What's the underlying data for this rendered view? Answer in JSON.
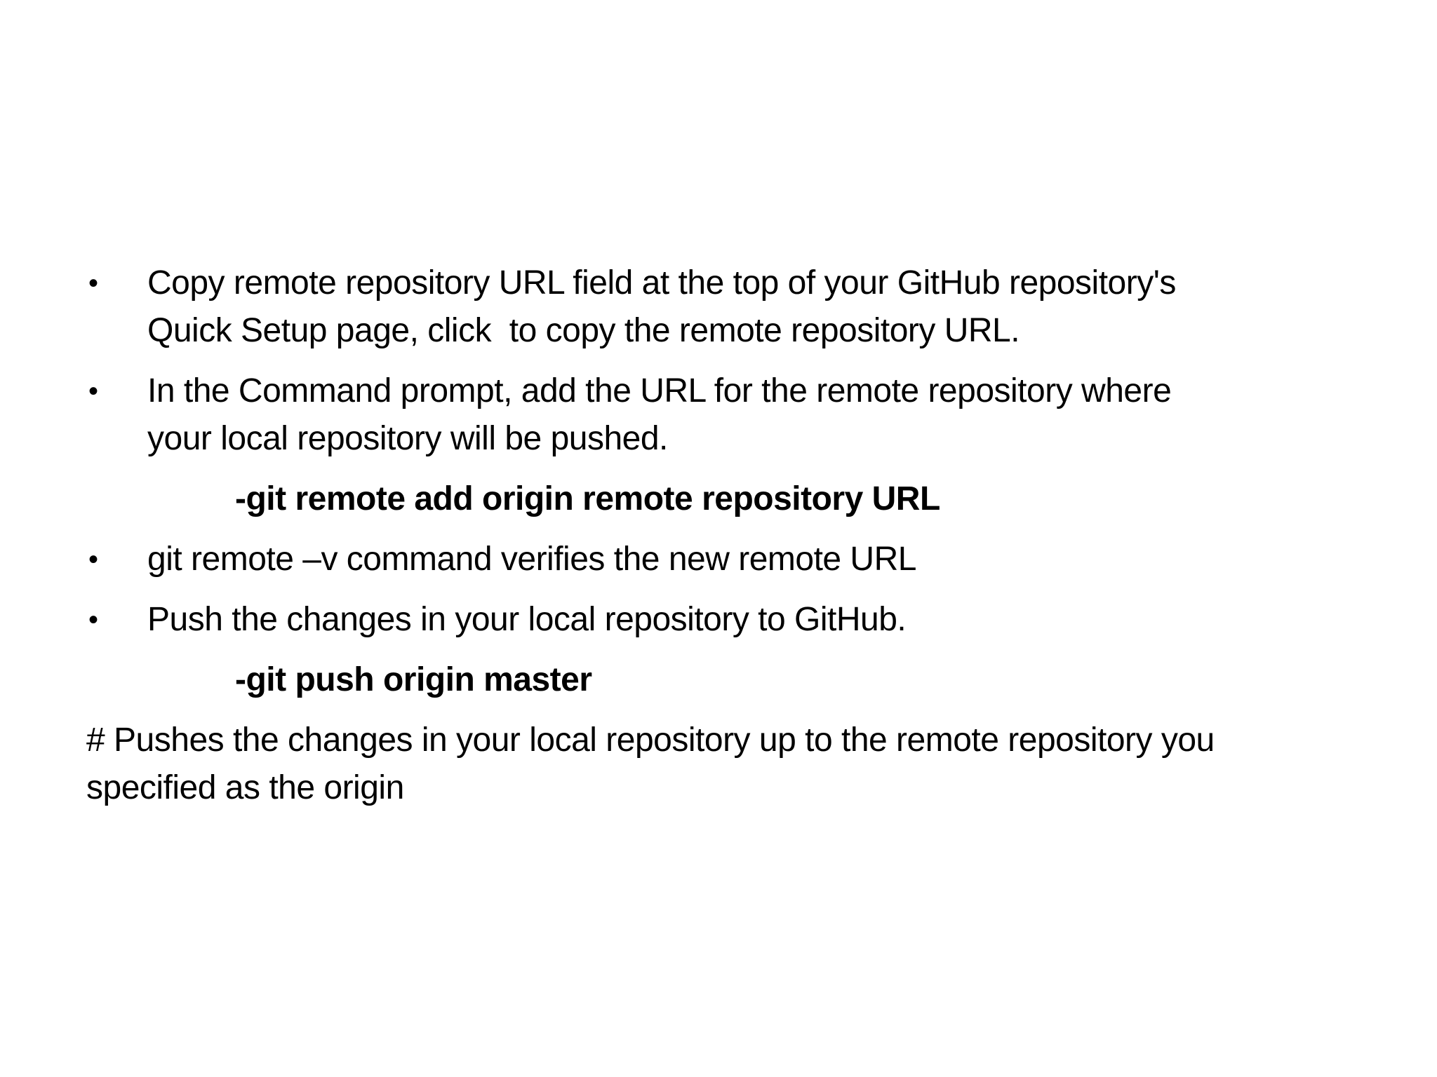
{
  "slide": {
    "background": "#ffffff",
    "text_color": "#000000",
    "bullet_char": "•",
    "blocks": [
      {
        "type": "bullet",
        "lines": [
          "Copy remote repository URL field at the top of your GitHub repository's",
          "Quick Setup page, click  to copy the remote repository URL."
        ]
      },
      {
        "type": "bullet",
        "lines": [
          "In the Command prompt, add the URL for the remote repository where",
          "your local repository will be pushed."
        ]
      },
      {
        "type": "command",
        "lines": [
          "-git remote add origin remote repository URL"
        ]
      },
      {
        "type": "bullet",
        "lines": [
          "git remote –v command verifies the new remote URL"
        ]
      },
      {
        "type": "bullet",
        "lines": [
          "Push the changes in your local repository to GitHub."
        ]
      },
      {
        "type": "command",
        "lines": [
          "-git push origin master"
        ]
      },
      {
        "type": "note",
        "lines": [
          "# Pushes the changes in your local repository up to the remote repository you",
          "specified as the origin"
        ]
      }
    ]
  }
}
